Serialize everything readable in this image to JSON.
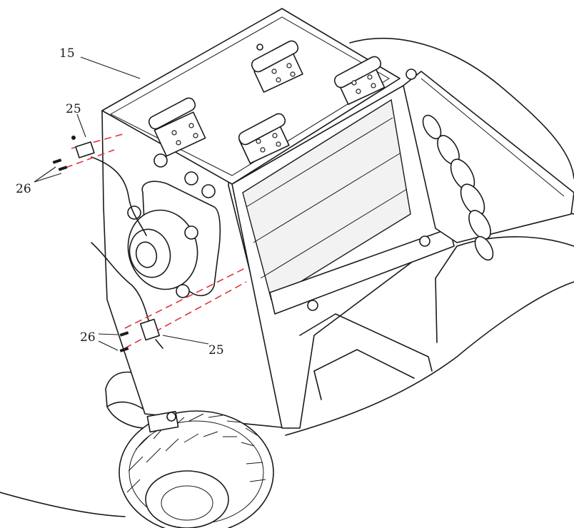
{
  "callouts": {
    "frame": "15",
    "sensor_top": "25",
    "screws_top": "26",
    "screws_bottom": "26",
    "sensor_bottom": "25"
  },
  "colors": {
    "line": "#1a1a1a",
    "assembly_path": "#e0343a",
    "background": "#ffffff"
  }
}
